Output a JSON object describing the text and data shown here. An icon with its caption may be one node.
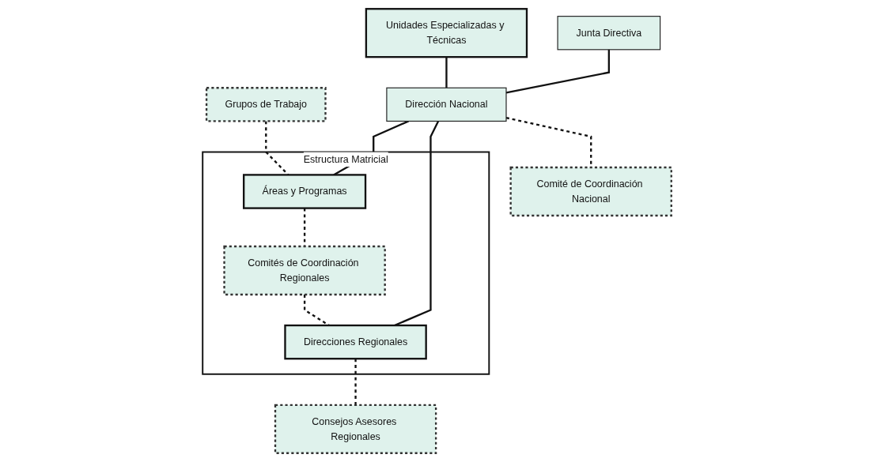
{
  "diagram": {
    "nodes": [
      {
        "text": [
          "Junta Directiva"
        ]
      },
      {
        "text": [
          "Dirección Nacional"
        ]
      },
      {
        "text": [
          "Unidades Especializadas y Técnicas"
        ]
      },
      {
        "text": [
          "Comité de Coordinación Nacional"
        ]
      },
      {
        "text": [
          "Grupos de Trabajo"
        ]
      },
      {
        "text": [
          "Estructura Matricial"
        ]
      },
      {
        "text": [
          "Áreas y Programas"
        ],
        "in": 5
      },
      {
        "text": [
          "Comités de Coordinación Regionales"
        ],
        "in": 5
      },
      {
        "text": [
          "Direcciones Regionales"
        ],
        "in": 5
      },
      {
        "text": [
          "Consejos Asesores Regionales"
        ]
      }
    ],
    "edges": [
      {
        "from": 0,
        "to": 1,
        "arrow": "none"
      },
      {
        "from": 2,
        "to": 1,
        "arrow": "none"
      },
      {
        "from": 1,
        "to": 3,
        "arrow": "none",
        "style": "dashed"
      },
      {
        "from": 1,
        "to": 6,
        "arrow": "none"
      },
      {
        "from": 1,
        "to": 8,
        "arrow": "none"
      },
      {
        "from": 4,
        "to": 6,
        "arrow": "none",
        "style": "dashed"
      },
      {
        "from": 6,
        "to": 7,
        "arrow": "none",
        "style": "dashed"
      },
      {
        "from": 7,
        "to": 8,
        "arrow": "none",
        "style": "dashed"
      },
      {
        "from": 8,
        "to": 9,
        "arrow": "none",
        "style": "dashed"
      }
    ]
  }
}
